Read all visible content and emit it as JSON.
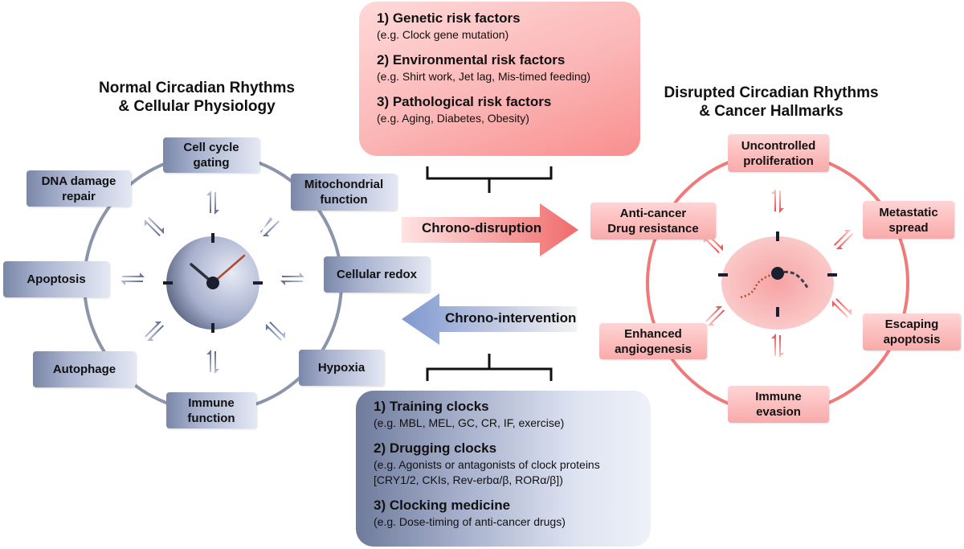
{
  "left_panel": {
    "title_line1": "Normal Circadian Rhythms",
    "title_line2": "& Cellular Physiology",
    "nodes": [
      {
        "line1": "Cell cycle",
        "line2": "gating"
      },
      {
        "line1": "Mitochondrial",
        "line2": "function"
      },
      {
        "line1": "Cellular redox",
        "line2": ""
      },
      {
        "line1": "Hypoxia",
        "line2": ""
      },
      {
        "line1": "Immune",
        "line2": "function"
      },
      {
        "line1": "Autophage",
        "line2": ""
      },
      {
        "line1": "Apoptosis",
        "line2": ""
      },
      {
        "line1": "DNA damage",
        "line2": "repair"
      }
    ]
  },
  "right_panel": {
    "title_line1": "Disrupted Circadian Rhythms",
    "title_line2": "& Cancer Hallmarks",
    "nodes": [
      {
        "line1": "Uncontrolled",
        "line2": "proliferation"
      },
      {
        "line1": "Metastatic",
        "line2": "spread"
      },
      {
        "line1": "Escaping",
        "line2": "apoptosis"
      },
      {
        "line1": "Immune",
        "line2": "evasion"
      },
      {
        "line1": "Enhanced",
        "line2": "angiogenesis"
      },
      {
        "line1": "Anti-cancer",
        "line2": "Drug resistance"
      }
    ]
  },
  "risk_factors": [
    {
      "heading": "1) Genetic risk factors",
      "detail": "(e.g. Clock gene mutation)"
    },
    {
      "heading": "2) Environmental risk factors",
      "detail": "(e.g. Shirt work, Jet lag, Mis-timed feeding)"
    },
    {
      "heading": "3) Pathological risk factors",
      "detail": "(e.g. Aging, Diabetes, Obesity)"
    }
  ],
  "interventions": [
    {
      "heading": "1) Training clocks",
      "detail": "(e.g. MBL, MEL, GC, CR, IF, exercise)",
      "detail2": ""
    },
    {
      "heading": "2) Drugging clocks",
      "detail": "(e.g. Agonists or antagonists of clock proteins",
      "detail2": "[CRY1/2, CKIs,  Rev-erbα/β, RORα/β])"
    },
    {
      "heading": "3) Clocking medicine",
      "detail": "(e.g. Dose-timing of anti-cancer drugs)",
      "detail2": ""
    }
  ],
  "arrows": {
    "disruption_label": "Chrono-disruption",
    "intervention_label": "Chrono-intervention"
  },
  "colors": {
    "blue_dark": "#6f7b9c",
    "blue_light": "#e4e8f4",
    "pink_light": "#ffd4d4",
    "red": "#f06b6b",
    "circle_gray": "#8a94aa",
    "clock_hand_red": "#b5482a"
  }
}
